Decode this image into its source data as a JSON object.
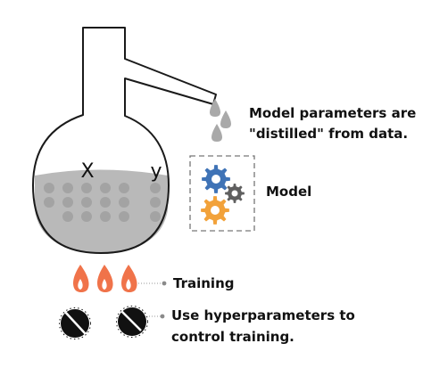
{
  "variables": {
    "x": "X",
    "y": "y"
  },
  "annotations": {
    "distill_line1": "Model parameters are",
    "distill_line2": "\"distilled\" from data.",
    "model": "Model",
    "training": "Training",
    "hyper_line1": "Use hyperparameters to",
    "hyper_line2": "control training."
  },
  "colors": {
    "outline": "#1a1a1a",
    "liquid": "#b9b9b9",
    "liquid_dots": "#a3a3a3",
    "drops": "#a9a9a9",
    "gear_blue": "#3f73b6",
    "gear_gray": "#5f5f5f",
    "gear_orange": "#f2a23a",
    "flame": "#f0734a",
    "leader": "#999999"
  },
  "icons": [
    "flask",
    "condenser-tube",
    "droplet",
    "gear",
    "flame",
    "knob"
  ]
}
